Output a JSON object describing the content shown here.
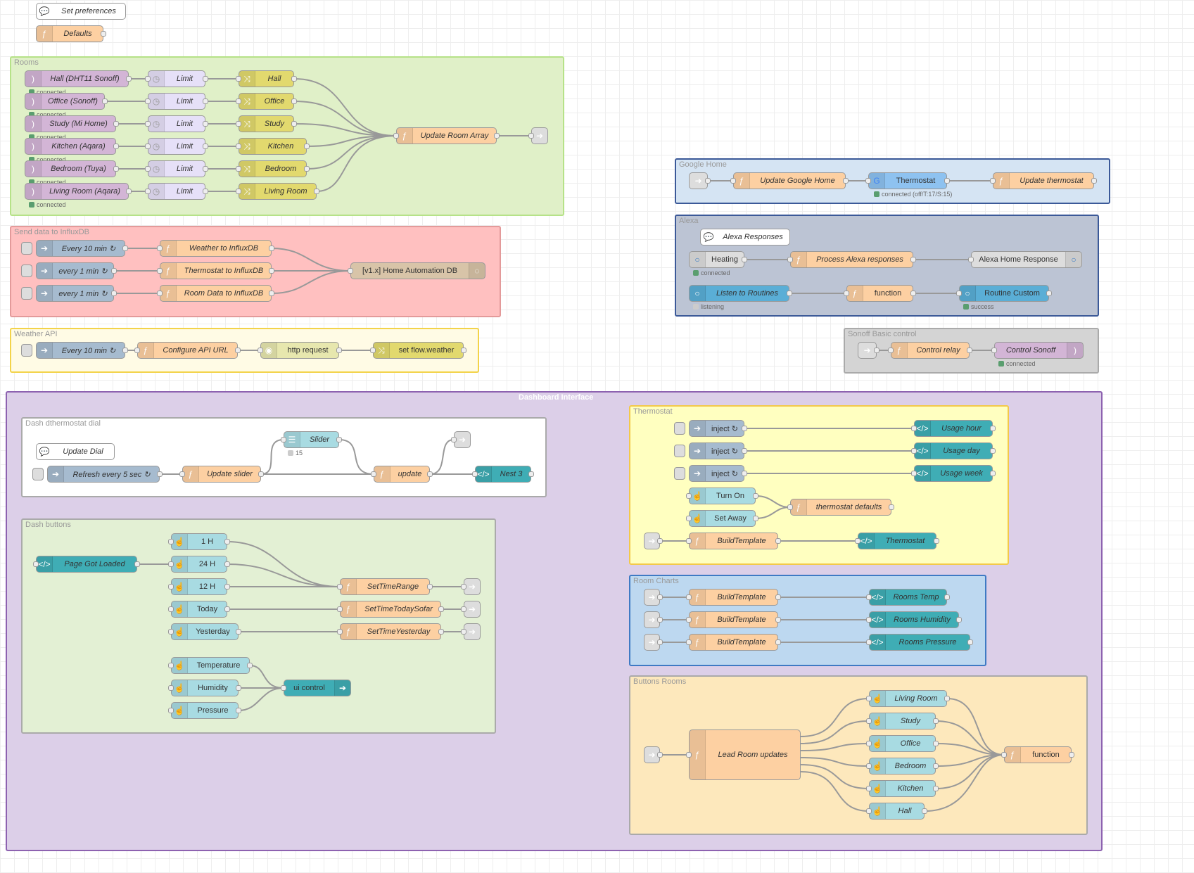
{
  "groups": {
    "rooms": "Rooms",
    "influx": "Send data to InfluxDB",
    "weather": "Weather API",
    "google": "Google Home",
    "alexa": "Alexa",
    "sonoff": "Sonoff Basic control",
    "dashboard": "Dashboard Interface",
    "dial": "Dash dthermostat dial",
    "buttons": "Dash buttons",
    "thermostat": "Thermostat",
    "room_charts": "Room Charts",
    "buttons_rooms": "Buttons Rooms"
  },
  "nodes": {
    "set_prefs": "Set preferences",
    "defaults": "Defaults",
    "hall_sensor": "Hall (DHT11 Sonoff)",
    "office_sensor": "Office (Sonoff)",
    "study_sensor": "Study (Mi Home)",
    "kitchen_sensor": "Kitchen (Aqara)",
    "bedroom_sensor": "Bedroom (Tuya)",
    "living_sensor": "Living Room (Aqara)",
    "limit": "Limit",
    "hall": "Hall",
    "office": "Office",
    "study": "Study",
    "kitchen": "Kitchen",
    "bedroom": "Bedroom",
    "living_room": "Living Room",
    "update_room_array": "Update Room Array",
    "every10": "Every 10 min ↻",
    "every1": "every 1 min ↻",
    "weather_influx": "Weather to InfluxDB",
    "thermostat_influx": "Thermostat to InfluxDB",
    "roomdata_influx": "Room Data to InfluxDB",
    "influx_db": "[v1.x] Home Automation DB",
    "configure_api": "Configure API URL",
    "http_request": "http request",
    "set_flow_weather": "set flow.weather",
    "update_google": "Update Google Home",
    "thermostat": "Thermostat",
    "update_thermostat": "Update thermostat",
    "alexa_responses": "Alexa Responses",
    "heating": "Heating",
    "process_alexa": "Process Alexa responses",
    "alexa_home_response": "Alexa Home Response",
    "listen_routines": "Listen to Routines",
    "function": "function",
    "routine_custom": "Routine Custom",
    "control_relay": "Control relay",
    "control_sonoff": "Control Sonoff",
    "update_dial": "Update Dial",
    "refresh5": "Refresh every 5 sec ↻",
    "update_slider": "Update slider",
    "slider": "Slider",
    "update": "update",
    "nest3": "Nest 3",
    "page_loaded": "Page Got Loaded",
    "h1": "1 H",
    "h24": "24 H",
    "h12": "12 H",
    "today": "Today",
    "yesterday": "Yesterday",
    "set_time_range": "SetTimeRange",
    "set_time_today": "SetTimeTodaySofar",
    "set_time_yesterday": "SetTimeYesterday",
    "temperature": "Temperature",
    "humidity": "Humidity",
    "pressure": "Pressure",
    "ui_control": "ui control",
    "inject": "inject ↻",
    "usage_hour": "Usage hour",
    "usage_day": "Usage day",
    "usage_week": "Usage week",
    "turn_on": "Turn On",
    "set_away": "Set Away",
    "thermostat_defaults": "thermostat defaults",
    "build_template": "BuildTemplate",
    "thermostat_ui": "Thermostat",
    "rooms_temp": "Rooms Temp",
    "rooms_humidity": "Rooms Humidity",
    "rooms_pressure": "Rooms Pressure",
    "lead_room_updates": "Lead Room updates",
    "b_living": "Living Room",
    "b_study": "Study",
    "b_office": "Office",
    "b_bedroom": "Bedroom",
    "b_kitchen": "Kitchen",
    "b_hall": "Hall"
  },
  "status": {
    "connected": "connected",
    "google_connected": "connected (off/T:17/S:15)",
    "listening": "listening",
    "success": "success",
    "slider_value": "15"
  },
  "colors": {
    "function": "#fdd0a2",
    "sensor": "#d3b5d6",
    "limit": "#e6e0f8",
    "change": "#e2d96e",
    "inject": "#a6bbcf",
    "ui_button": "#a8dbe2",
    "ui_template": "#3fadb5",
    "link": "#dddddd",
    "db": "#d8c4a8",
    "alexa": "#5aaed6"
  },
  "icons": {
    "function": "function-icon",
    "inject": "arrow-right-icon",
    "sensor": "wifi-icon",
    "limit": "timer-icon",
    "change": "shuffle-icon",
    "ui_button": "hand-pointer-icon",
    "ui_template": "code-icon",
    "link": "link-icon",
    "comment": "speech-bubble-icon",
    "alexa": "circle-icon",
    "google": "google-icon",
    "slider": "slider-icon",
    "db": "database-icon",
    "http": "globe-icon"
  }
}
